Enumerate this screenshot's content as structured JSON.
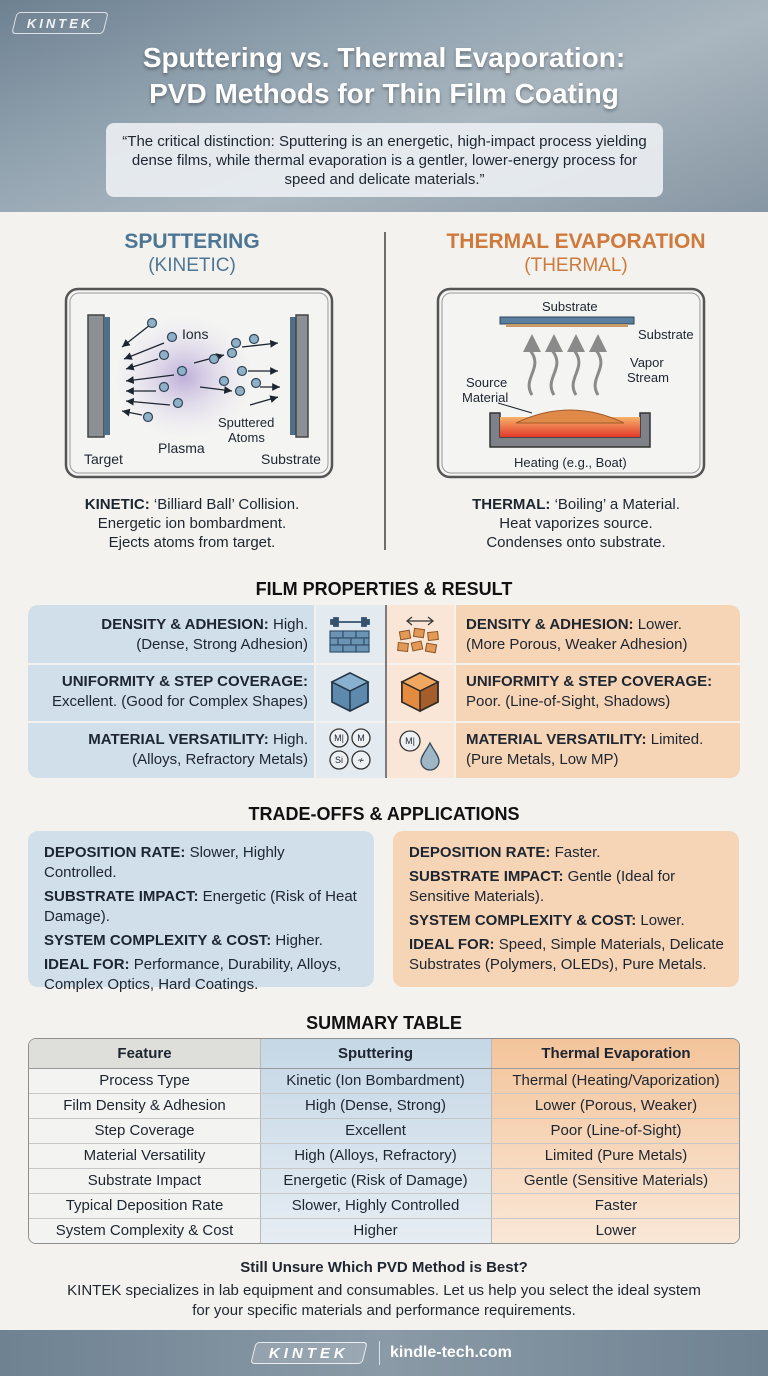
{
  "brand": {
    "logo": "KINTEK",
    "url": "kindle-tech.com"
  },
  "header": {
    "title_line1": "Sputtering vs. Thermal Evaporation:",
    "title_line2": "PVD Methods for Thin Film Coating",
    "quote": "“The critical distinction: Sputtering is an energetic, high-impact process yielding dense films, while thermal evaporation is a gentler, lower-energy process for speed and delicate materials.”"
  },
  "sputtering": {
    "title": "SPUTTERING",
    "subtitle": "(KINETIC)",
    "diagram_labels": {
      "ions": "Ions",
      "plasma": "Plasma",
      "sputtered1": "Sputtered",
      "sputtered2": "Atoms",
      "target": "Target",
      "substrate": "Substrate"
    },
    "desc_bold": "KINETIC:",
    "desc_line1": " ‘Billiard Ball’ Collision.",
    "desc_line2": "Energetic ion bombardment.",
    "desc_line3": "Ejects atoms from target."
  },
  "evaporation": {
    "title": "THERMAL EVAPORATION",
    "subtitle": "(THERMAL)",
    "diagram_labels": {
      "substrate_top": "Substrate",
      "substrate_side": "Substrate",
      "vapor1": "Vapor",
      "vapor2": "Stream",
      "source1": "Source",
      "source2": "Material",
      "heating": "Heating (e.g., Boat)"
    },
    "desc_bold": "THERMAL:",
    "desc_line1": " ‘Boiling’ a Material.",
    "desc_line2": "Heat vaporizes source.",
    "desc_line3": "Condenses onto substrate."
  },
  "film_properties": {
    "title": "FILM PROPERTIES & RESULT",
    "rows": [
      {
        "left_label": "DENSITY & ADHESION:",
        "left_value": " High.",
        "left_line2": "(Dense, Strong Adhesion)",
        "right_label": "DENSITY & ADHESION:",
        "right_value": " Lower.",
        "right_line2": "(More Porous, Weaker Adhesion)",
        "left_icon": "dense-bricks-icon",
        "right_icon": "loose-blocks-icon"
      },
      {
        "left_label": "UNIFORMITY & STEP COVERAGE:",
        "left_value": "",
        "left_line2": "Excellent. (Good for Complex Shapes)",
        "right_label": "UNIFORMITY & STEP COVERAGE:",
        "right_value": "",
        "right_line2": "Poor. (Line-of-Sight, Shadows)",
        "left_icon": "blue-cube-icon",
        "right_icon": "orange-cube-icon"
      },
      {
        "left_label": "MATERIAL VERSATILITY:",
        "left_value": " High.",
        "left_line2": "(Alloys, Refractory Metals)",
        "right_label": "MATERIAL VERSATILITY:",
        "right_value": " Limited.",
        "right_line2": "(Pure Metals, Low MP)",
        "left_icon": "materials-grid-icon",
        "right_icon": "metal-droplet-icon",
        "left_icon_letters": [
          "M|",
          "M",
          "Si",
          "≁"
        ],
        "right_icon_letters": [
          "M|"
        ]
      }
    ]
  },
  "tradeoffs": {
    "title": "TRADE-OFFS & APPLICATIONS",
    "left": [
      {
        "label": "DEPOSITION RATE:",
        "value": " Slower, Highly Controlled."
      },
      {
        "label": "SUBSTRATE IMPACT:",
        "value": " Energetic (Risk of Heat Damage)."
      },
      {
        "label": "SYSTEM COMPLEXITY & COST:",
        "value": " Higher."
      },
      {
        "label": "IDEAL FOR:",
        "value": " Performance, Durability, Alloys, Complex Optics, Hard Coatings."
      }
    ],
    "right": [
      {
        "label": "DEPOSITION RATE:",
        "value": " Faster."
      },
      {
        "label": "SUBSTRATE IMPACT:",
        "value": " Gentle (Ideal for Sensitive Materials)."
      },
      {
        "label": "SYSTEM COMPLEXITY & COST:",
        "value": " Lower."
      },
      {
        "label": "IDEAL FOR:",
        "value": " Speed, Simple Materials, Delicate Substrates (Polymers, OLEDs), Pure Metals."
      }
    ]
  },
  "summary": {
    "title": "SUMMARY TABLE",
    "headers": [
      "Feature",
      "Sputtering",
      "Thermal Evaporation"
    ],
    "rows": [
      [
        "Process Type",
        "Kinetic (Ion Bombardment)",
        "Thermal (Heating/Vaporization)"
      ],
      [
        "Film Density & Adhesion",
        "High (Dense, Strong)",
        "Lower (Porous, Weaker)"
      ],
      [
        "Step Coverage",
        "Excellent",
        "Poor (Line-of-Sight)"
      ],
      [
        "Material Versatility",
        "High (Alloys, Refractory)",
        "Limited (Pure Metals)"
      ],
      [
        "Substrate Impact",
        "Energetic (Risk of Damage)",
        "Gentle (Sensitive Materials)"
      ],
      [
        "Typical Deposition Rate",
        "Slower, Highly Controlled",
        "Faster"
      ],
      [
        "System Complexity & Cost",
        "Higher",
        "Lower"
      ]
    ]
  },
  "cta": {
    "title": "Still Unsure Which PVD Method is Best?",
    "text": "KINTEK specializes in lab equipment and consumables. Let us help you select the ideal system for your specific materials and performance requirements."
  },
  "colors": {
    "sputter_accent": "#4d7694",
    "evap_accent": "#cf7a3c",
    "sputter_fill": "#d0dfea",
    "evap_fill": "#f6d4b6"
  }
}
